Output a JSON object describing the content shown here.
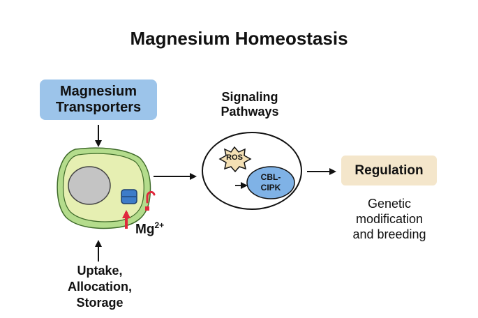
{
  "title": "Magnesium Homeostasis",
  "transporters": {
    "line1": "Magnesium",
    "line2": "Transporters"
  },
  "signaling": {
    "line1": "Signaling",
    "line2": "Pathways"
  },
  "ros_label": "ROS",
  "cbl": {
    "line1": "CBL-",
    "line2": "CIPK"
  },
  "regulation": "Regulation",
  "genetic": {
    "line1": "Genetic",
    "line2": "modification",
    "line3": "and breeding"
  },
  "uptake": {
    "line1": "Uptake,",
    "line2": "Allocation,",
    "line3": "Storage"
  },
  "mg": {
    "symbol": "Mg",
    "charge": "2+"
  },
  "colors": {
    "transporter_box": "#9cc4ea",
    "regulation_box": "#f4e6cb",
    "cell_wall": "#b4dc8c",
    "cytoplasm": "#e6efb2",
    "nucleus": "#c4c4c4",
    "channel": "#3d7cc9",
    "cbl_oval": "#7fb2e6",
    "ros_burst": "#f4e0b4",
    "red_accent": "#e0283c"
  }
}
